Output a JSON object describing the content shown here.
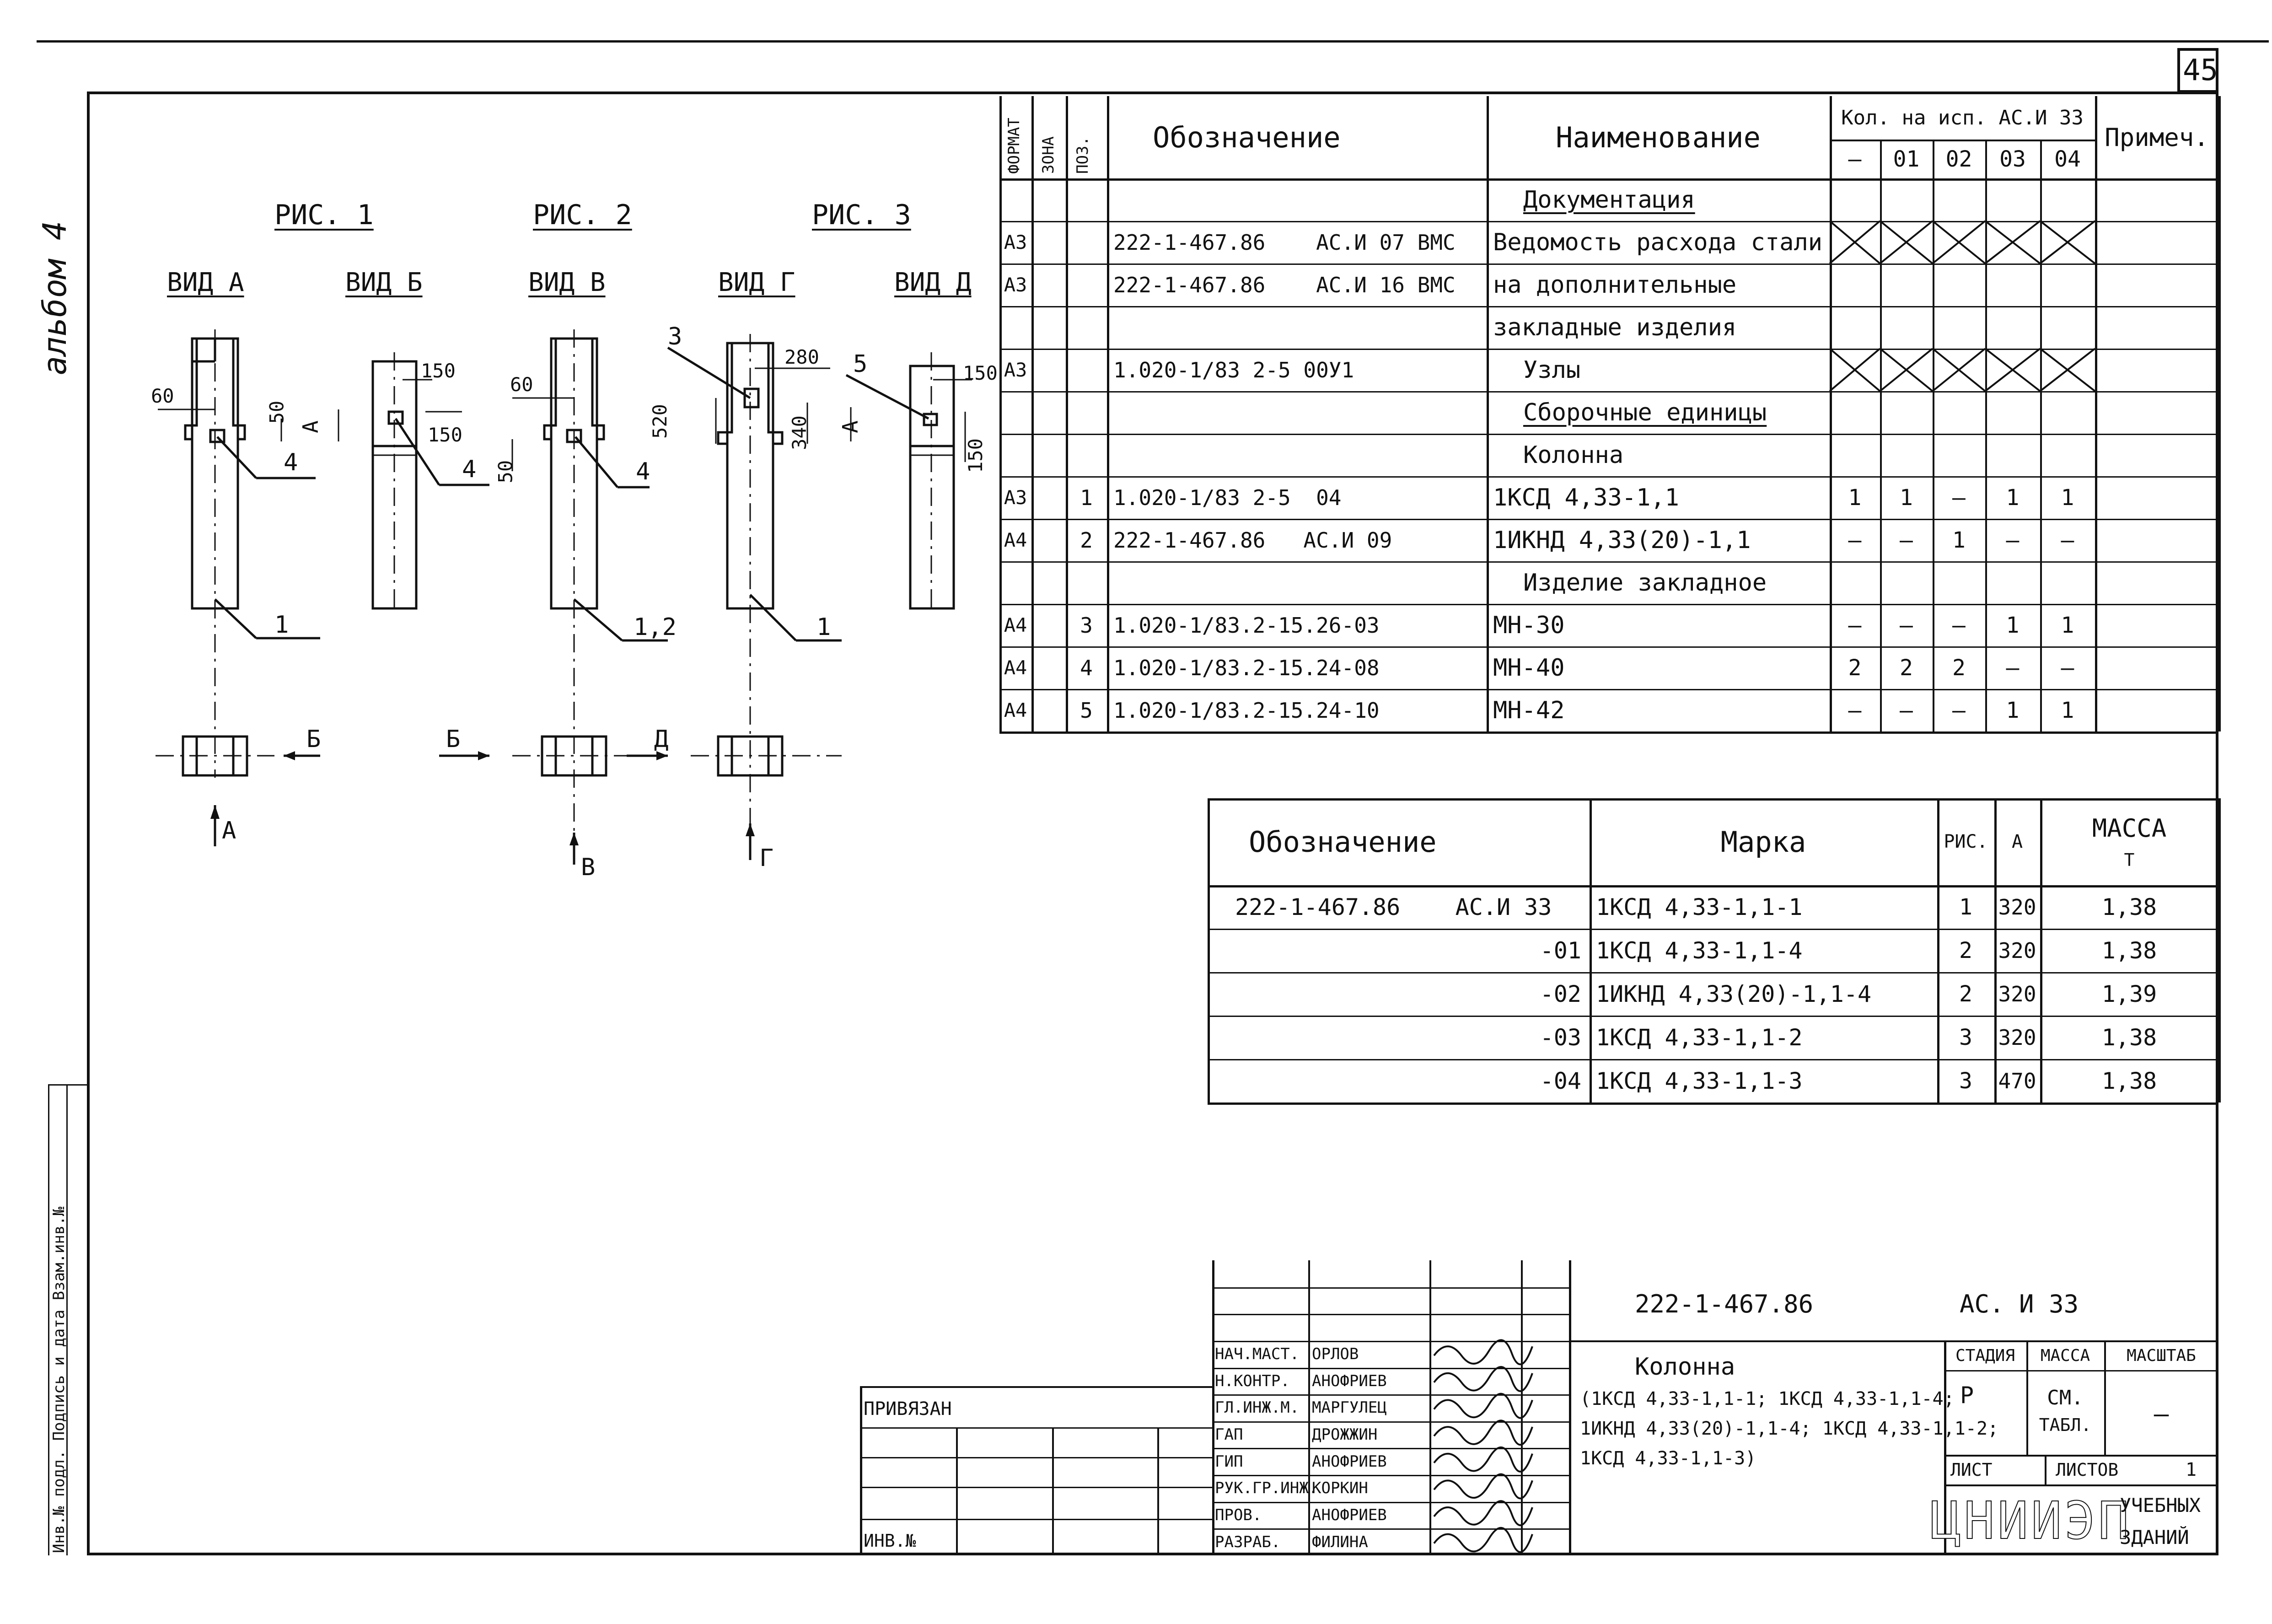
{
  "sheet": {
    "number": "45",
    "album": "альбом 4",
    "side_stamp": "Инв.№ подл. Подпись и дата Взам.инв.№"
  },
  "figures": {
    "fig1": "РИС. 1",
    "fig2": "РИС. 2",
    "fig3": "РИС. 3",
    "views": [
      "ВИД А",
      "ВИД Б",
      "ВИД В",
      "ВИД Г",
      "ВИД Д"
    ],
    "dims": {
      "d60a": "60",
      "d50a": "50",
      "d150a": "150",
      "d150b": "150",
      "d60b": "60",
      "d50b": "50",
      "d280": "280",
      "d520": "520",
      "d340": "340",
      "d150c": "150",
      "d150d": "150"
    },
    "labels": {
      "l4a": "4",
      "l4b": "4",
      "l4c": "4",
      "l1a": "1",
      "l12": "1,2",
      "l1b": "1",
      "l3": "3",
      "l5": "5",
      "aA1": "А",
      "aA2": "А",
      "bottomA": "А",
      "bottomB": "Б",
      "bottomB2": "Б",
      "bottomV": "В",
      "bottomD": "Д",
      "bottomG": "Г"
    }
  },
  "spec": {
    "headers": {
      "format": "ФОРМАТ",
      "zone": "ЗОНА",
      "pos": "ПОЗ.",
      "designation": "Обозначение",
      "name": "Наименование",
      "qty": "Кол. на исп. АС.И 33",
      "qty_cols": [
        "—",
        "01",
        "02",
        "03",
        "04"
      ],
      "note": "Примеч."
    },
    "rows": [
      {
        "format": "",
        "zone": "",
        "pos": "",
        "designation": "",
        "name": "Документация",
        "q": [
          "",
          "",
          "",
          "",
          ""
        ],
        "section": true
      },
      {
        "format": "А3",
        "zone": "",
        "pos": "",
        "designation": "222-1-467.86    АС.И 07 ВМС",
        "name": "Ведомость расхода стали",
        "q": [
          "",
          "",
          "",
          "",
          ""
        ],
        "cross": true
      },
      {
        "format": "А3",
        "zone": "",
        "pos": "",
        "designation": "222-1-467.86    АС.И 16 ВМС",
        "name": "на дополнительные",
        "q": [
          "",
          "",
          "",
          "",
          ""
        ]
      },
      {
        "format": "",
        "zone": "",
        "pos": "",
        "designation": "",
        "name": "закладные изделия",
        "q": [
          "",
          "",
          "",
          "",
          ""
        ]
      },
      {
        "format": "А3",
        "zone": "",
        "pos": "",
        "designation": "1.020-1/83 2-5 00У1",
        "name": "Узлы",
        "q": [
          "",
          "",
          "",
          "",
          ""
        ],
        "cross": true,
        "indent": true
      },
      {
        "format": "",
        "zone": "",
        "pos": "",
        "designation": "",
        "name": "Сборочные единицы",
        "q": [
          "",
          "",
          "",
          "",
          ""
        ],
        "section": true
      },
      {
        "format": "",
        "zone": "",
        "pos": "",
        "designation": "",
        "name": "Колонна",
        "q": [
          "",
          "",
          "",
          "",
          ""
        ],
        "indent": true
      },
      {
        "format": "А3",
        "zone": "",
        "pos": "1",
        "designation": "1.020-1/83 2-5  04",
        "name": "1КСД 4,33-1,1",
        "q": [
          "1",
          "1",
          "—",
          "1",
          "1"
        ]
      },
      {
        "format": "А4",
        "zone": "",
        "pos": "2",
        "designation": "222-1-467.86   АС.И 09",
        "name": "1ИКНД 4,33(20)-1,1",
        "q": [
          "—",
          "—",
          "1",
          "—",
          "—"
        ]
      },
      {
        "format": "",
        "zone": "",
        "pos": "",
        "designation": "",
        "name": "Изделие закладное",
        "q": [
          "",
          "",
          "",
          "",
          ""
        ],
        "indent": true
      },
      {
        "format": "А4",
        "zone": "",
        "pos": "3",
        "designation": "1.020-1/83.2-15.26-03",
        "name": "МН-30",
        "q": [
          "—",
          "—",
          "—",
          "1",
          "1"
        ]
      },
      {
        "format": "А4",
        "zone": "",
        "pos": "4",
        "designation": "1.020-1/83.2-15.24-08",
        "name": "МН-40",
        "q": [
          "2",
          "2",
          "2",
          "—",
          "—"
        ]
      },
      {
        "format": "А4",
        "zone": "",
        "pos": "5",
        "designation": "1.020-1/83.2-15.24-10",
        "name": "МН-42",
        "q": [
          "—",
          "—",
          "—",
          "1",
          "1"
        ]
      }
    ]
  },
  "mass_table": {
    "headers": {
      "designation": "Обозначение",
      "mark": "Марка",
      "fig": "РИС.",
      "a": "А",
      "mass": "МАССА",
      "mass_unit": "Т"
    },
    "rows": [
      {
        "designation": "222-1-467.86    АС.И 33",
        "mark": "1КСД 4,33-1,1-1",
        "fig": "1",
        "a": "320",
        "mass": "1,38",
        "left": true
      },
      {
        "designation": "-01",
        "mark": "1КСД 4,33-1,1-4",
        "fig": "2",
        "a": "320",
        "mass": "1,38"
      },
      {
        "designation": "-02",
        "mark": "1ИКНД 4,33(20)-1,1-4",
        "fig": "2",
        "a": "320",
        "mass": "1,39"
      },
      {
        "designation": "-03",
        "mark": "1КСД 4,33-1,1-2",
        "fig": "3",
        "a": "320",
        "mass": "1,38"
      },
      {
        "designation": "-04",
        "mark": "1КСД 4,33-1,1-3",
        "fig": "3",
        "a": "470",
        "mass": "1,38"
      }
    ]
  },
  "title_block": {
    "code": "222-1-467.86",
    "doc": "АС. И 33",
    "title": "Колонна",
    "subtitle_lines": [
      "(1КСД 4,33-1,1-1; 1КСД 4,33-1,1-4;",
      "1ИКНД 4,33(20)-1,1-4; 1КСД 4,33-1,1-2;",
      "1КСД 4,33-1,1-3)"
    ],
    "stage_label": "СТАДИЯ",
    "mass_label": "МАССА",
    "scale_label": "МАСШТАБ",
    "stage": "Р",
    "mass_value_1": "СМ.",
    "mass_value_2": "ТАБЛ.",
    "scale": "—",
    "sheet_label": "ЛИСТ",
    "sheets_label": "ЛИСТОВ",
    "sheets": "1",
    "org_big": "ЦНИИЭП",
    "org_small_1": "УЧЕБНЫХ",
    "org_small_2": "ЗДАНИЙ",
    "signers": [
      {
        "role": "НАЧ.МАСТ.",
        "name": "ОРЛОВ"
      },
      {
        "role": "Н.КОНТР.",
        "name": "АНОФРИЕВ"
      },
      {
        "role": "ГЛ.ИНЖ.М.",
        "name": "МАРГУЛЕЦ"
      },
      {
        "role": "ГАП",
        "name": "ДРОЖЖИН"
      },
      {
        "role": "ГИП",
        "name": "АНОФРИЕВ"
      },
      {
        "role": "РУК.ГР.ИНЖ.",
        "name": "КОРКИН"
      },
      {
        "role": "ПРОВ.",
        "name": "АНОФРИЕВ"
      },
      {
        "role": "РАЗРАБ.",
        "name": "ФИЛИНА"
      }
    ],
    "bound_label": "ПРИВЯЗАН",
    "inv_label": "ИНВ.№"
  }
}
